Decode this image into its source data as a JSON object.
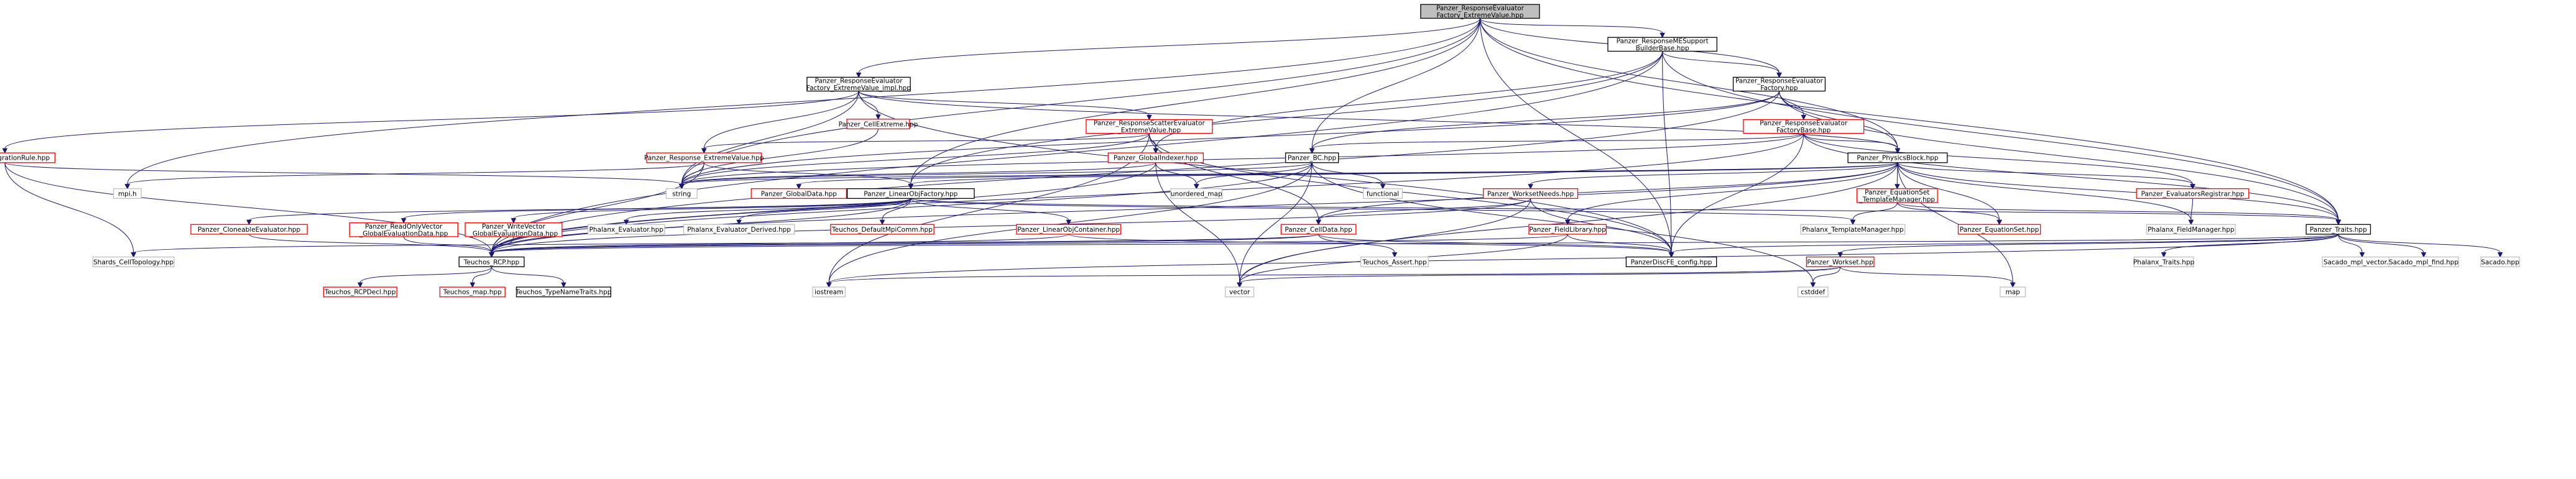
{
  "colors": {
    "root_fill": "#bfbfbf",
    "default_fill": "#ffffff",
    "default_border": "#000000",
    "red_border": "#ff0000",
    "grey_border": "#bfbfbf",
    "edge": "#191970"
  },
  "nodes": [
    {
      "id": "root",
      "label": [
        "Panzer_ResponseEvaluator",
        "Factory_ExtremeValue.hpp"
      ],
      "style": "root"
    },
    {
      "id": "mesupport",
      "label": [
        "Panzer_ResponseMESupport",
        "BuilderBase.hpp"
      ],
      "style": "normal"
    },
    {
      "id": "rfev_impl",
      "label": [
        "Panzer_ResponseEvaluator",
        "Factory_ExtremeValue_impl.hpp"
      ],
      "style": "normal"
    },
    {
      "id": "rf",
      "label": [
        "Panzer_ResponseEvaluator",
        "Factory.hpp"
      ],
      "style": "normal"
    },
    {
      "id": "cellextreme",
      "label": [
        "Panzer_CellExtreme.hpp"
      ],
      "style": "red"
    },
    {
      "id": "scatter",
      "label": [
        "Panzer_ResponseScatterEvaluator",
        "_ExtremeValue.hpp"
      ],
      "style": "red"
    },
    {
      "id": "rfbase",
      "label": [
        "Panzer_ResponseEvaluator",
        "FactoryBase.hpp"
      ],
      "style": "red"
    },
    {
      "id": "intrule",
      "label": [
        "Panzer_IntegrationRule.hpp"
      ],
      "style": "red"
    },
    {
      "id": "response_ev",
      "label": [
        "Panzer_Response_ExtremeValue.hpp"
      ],
      "style": "red"
    },
    {
      "id": "globalindexer",
      "label": [
        "Panzer_GlobalIndexer.hpp"
      ],
      "style": "red"
    },
    {
      "id": "bc",
      "label": [
        "Panzer_BC.hpp"
      ],
      "style": "normal"
    },
    {
      "id": "physicsblock",
      "label": [
        "Panzer_PhysicsBlock.hpp"
      ],
      "style": "normal"
    },
    {
      "id": "mpih",
      "label": [
        "mpi.h"
      ],
      "style": "grey"
    },
    {
      "id": "string",
      "label": [
        "string"
      ],
      "style": "grey"
    },
    {
      "id": "globaldata",
      "label": [
        "Panzer_GlobalData.hpp"
      ],
      "style": "red"
    },
    {
      "id": "linearobjfactory",
      "label": [
        "Panzer_LinearObjFactory.hpp"
      ],
      "style": "normal"
    },
    {
      "id": "unordered_map",
      "label": [
        "unordered_map"
      ],
      "style": "grey"
    },
    {
      "id": "functional",
      "label": [
        "functional"
      ],
      "style": "grey"
    },
    {
      "id": "worksetneeds",
      "label": [
        "Panzer_WorksetNeeds.hpp"
      ],
      "style": "red"
    },
    {
      "id": "eqset_tm",
      "label": [
        "Panzer_EquationSet",
        "_TemplateManager.hpp"
      ],
      "style": "red"
    },
    {
      "id": "evalsregistrar",
      "label": [
        "Panzer_EvaluatorsRegistrar.hpp"
      ],
      "style": "red"
    },
    {
      "id": "cloneable",
      "label": [
        "Panzer_CloneableEvaluator.hpp"
      ],
      "style": "red"
    },
    {
      "id": "readonly",
      "label": [
        "Panzer_ReadOnlyVector",
        "_GlobalEvaluationData.hpp"
      ],
      "style": "red"
    },
    {
      "id": "writevector",
      "label": [
        "Panzer_WriteVector",
        "_GlobalEvaluationData.hpp"
      ],
      "style": "red"
    },
    {
      "id": "phalanx_eval",
      "label": [
        "Phalanx_Evaluator.hpp"
      ],
      "style": "grey"
    },
    {
      "id": "phalanx_eval_derived",
      "label": [
        "Phalanx_Evaluator_Derived.hpp"
      ],
      "style": "grey"
    },
    {
      "id": "teuchos_defaultmpicomm",
      "label": [
        "Teuchos_DefaultMpiComm.hpp"
      ],
      "style": "red"
    },
    {
      "id": "linearobjcontainer",
      "label": [
        "Panzer_LinearObjContainer.hpp"
      ],
      "style": "red"
    },
    {
      "id": "celldata",
      "label": [
        "Panzer_CellData.hpp"
      ],
      "style": "red"
    },
    {
      "id": "fieldlibrary",
      "label": [
        "Panzer_FieldLibrary.hpp"
      ],
      "style": "red"
    },
    {
      "id": "phalanx_tm",
      "label": [
        "Phalanx_TemplateManager.hpp"
      ],
      "style": "grey"
    },
    {
      "id": "equationset",
      "label": [
        "Panzer_EquationSet.hpp"
      ],
      "style": "red"
    },
    {
      "id": "phalanx_fm",
      "label": [
        "Phalanx_FieldManager.hpp"
      ],
      "style": "grey"
    },
    {
      "id": "traits",
      "label": [
        "Panzer_Traits.hpp"
      ],
      "style": "normal"
    },
    {
      "id": "shards",
      "label": [
        "Shards_CellTopology.hpp"
      ],
      "style": "grey"
    },
    {
      "id": "teuchos_rcp",
      "label": [
        "Teuchos_RCP.hpp"
      ],
      "style": "normal"
    },
    {
      "id": "teuchos_assert",
      "label": [
        "Teuchos_Assert.hpp"
      ],
      "style": "grey"
    },
    {
      "id": "discfe_config",
      "label": [
        "PanzerDiscFE_config.hpp"
      ],
      "style": "normal"
    },
    {
      "id": "workset",
      "label": [
        "Panzer_Workset.hpp"
      ],
      "style": "red"
    },
    {
      "id": "phalanx_traits",
      "label": [
        "Phalanx_Traits.hpp"
      ],
      "style": "grey"
    },
    {
      "id": "sacado_mpl_vector",
      "label": [
        "Sacado_mpl_vector.hpp"
      ],
      "style": "grey"
    },
    {
      "id": "sacado_mpl_find",
      "label": [
        "Sacado_mpl_find.hpp"
      ],
      "style": "grey"
    },
    {
      "id": "sacado",
      "label": [
        "Sacado.hpp"
      ],
      "style": "grey"
    },
    {
      "id": "teuchos_rcpdecl",
      "label": [
        "Teuchos_RCPDecl.hpp"
      ],
      "style": "red"
    },
    {
      "id": "teuchos_map",
      "label": [
        "Teuchos_map.hpp"
      ],
      "style": "red"
    },
    {
      "id": "teuchos_typenametraits",
      "label": [
        "Teuchos_TypeNameTraits.hpp"
      ],
      "style": "normal"
    },
    {
      "id": "iostream",
      "label": [
        "iostream"
      ],
      "style": "grey"
    },
    {
      "id": "vector",
      "label": [
        "vector"
      ],
      "style": "grey"
    },
    {
      "id": "cstddef",
      "label": [
        "cstddef"
      ],
      "style": "grey"
    },
    {
      "id": "map",
      "label": [
        "map"
      ],
      "style": "grey"
    }
  ],
  "edges": [
    [
      "root",
      "mesupport"
    ],
    [
      "root",
      "rfev_impl"
    ],
    [
      "root",
      "rf"
    ],
    [
      "root",
      "physicsblock"
    ],
    [
      "root",
      "bc"
    ],
    [
      "root",
      "linearobjfactory"
    ],
    [
      "root",
      "string"
    ],
    [
      "root",
      "mpih"
    ],
    [
      "root",
      "traits"
    ],
    [
      "root",
      "discfe_config"
    ],
    [
      "mesupport",
      "rf"
    ],
    [
      "mesupport",
      "globalindexer"
    ],
    [
      "mesupport",
      "linearobjfactory"
    ],
    [
      "mesupport",
      "discfe_config"
    ],
    [
      "mesupport",
      "traits"
    ],
    [
      "mesupport",
      "teuchos_rcp"
    ],
    [
      "rfev_impl",
      "cellextreme"
    ],
    [
      "rfev_impl",
      "scatter"
    ],
    [
      "rfev_impl",
      "intrule"
    ],
    [
      "rfev_impl",
      "response_ev"
    ],
    [
      "rfev_impl",
      "string"
    ],
    [
      "rfev_impl",
      "physicsblock"
    ],
    [
      "rfev_impl",
      "discfe_config"
    ],
    [
      "rf",
      "rfbase"
    ],
    [
      "rf",
      "physicsblock"
    ],
    [
      "rf",
      "bc"
    ],
    [
      "rf",
      "traits"
    ],
    [
      "rf",
      "string"
    ],
    [
      "rf",
      "teuchos_rcp"
    ],
    [
      "cellextreme",
      "string"
    ],
    [
      "scatter",
      "globalindexer"
    ],
    [
      "scatter",
      "response_ev"
    ],
    [
      "scatter",
      "celldata"
    ],
    [
      "scatter",
      "iostream"
    ],
    [
      "scatter",
      "discfe_config"
    ],
    [
      "scatter",
      "string"
    ],
    [
      "rfbase",
      "physicsblock"
    ],
    [
      "rfbase",
      "bc"
    ],
    [
      "rfbase",
      "evalsregistrar"
    ],
    [
      "rfbase",
      "traits"
    ],
    [
      "rfbase",
      "teuchos_rcp"
    ],
    [
      "rfbase",
      "string"
    ],
    [
      "rfbase",
      "discfe_config"
    ],
    [
      "intrule",
      "shards"
    ],
    [
      "intrule",
      "teuchos_rcp"
    ],
    [
      "intrule",
      "string"
    ],
    [
      "response_ev",
      "mpih"
    ],
    [
      "response_ev",
      "string"
    ],
    [
      "response_ev",
      "linearobjfactory"
    ],
    [
      "response_ev",
      "teuchos_rcp"
    ],
    [
      "globalindexer",
      "string"
    ],
    [
      "globalindexer",
      "unordered_map"
    ],
    [
      "globalindexer",
      "vector"
    ],
    [
      "globalindexer",
      "teuchos_rcp"
    ],
    [
      "bc",
      "string"
    ],
    [
      "bc",
      "unordered_map"
    ],
    [
      "bc",
      "functional"
    ],
    [
      "bc",
      "iostream"
    ],
    [
      "bc",
      "vector"
    ],
    [
      "bc",
      "cstddef"
    ],
    [
      "bc",
      "teuchos_rcp"
    ],
    [
      "physicsblock",
      "linearobjfactory"
    ],
    [
      "physicsblock",
      "string"
    ],
    [
      "physicsblock",
      "worksetneeds"
    ],
    [
      "physicsblock",
      "eqset_tm"
    ],
    [
      "physicsblock",
      "evalsregistrar"
    ],
    [
      "physicsblock",
      "equationset"
    ],
    [
      "physicsblock",
      "phalanx_fm"
    ],
    [
      "physicsblock",
      "traits"
    ],
    [
      "physicsblock",
      "celldata"
    ],
    [
      "physicsblock",
      "fieldlibrary"
    ],
    [
      "physicsblock",
      "vector"
    ],
    [
      "physicsblock",
      "map"
    ],
    [
      "physicsblock",
      "teuchos_rcp"
    ],
    [
      "physicsblock",
      "globaldata"
    ],
    [
      "linearobjfactory",
      "cloneable"
    ],
    [
      "linearobjfactory",
      "readonly"
    ],
    [
      "linearobjfactory",
      "writevector"
    ],
    [
      "linearobjfactory",
      "phalanx_eval"
    ],
    [
      "linearobjfactory",
      "phalanx_eval_derived"
    ],
    [
      "linearobjfactory",
      "teuchos_defaultmpicomm"
    ],
    [
      "linearobjfactory",
      "linearobjcontainer"
    ],
    [
      "linearobjfactory",
      "phalanx_tm"
    ],
    [
      "linearobjfactory",
      "teuchos_rcp"
    ],
    [
      "linearobjfactory",
      "traits"
    ],
    [
      "worksetneeds",
      "celldata"
    ],
    [
      "worksetneeds",
      "discfe_config"
    ],
    [
      "worksetneeds",
      "vector"
    ],
    [
      "worksetneeds",
      "teuchos_rcp"
    ],
    [
      "eqset_tm",
      "equationset"
    ],
    [
      "eqset_tm",
      "phalanx_tm"
    ],
    [
      "eqset_tm",
      "traits"
    ],
    [
      "evalsregistrar",
      "phalanx_fm"
    ],
    [
      "cloneable",
      "teuchos_rcp"
    ],
    [
      "readonly",
      "teuchos_rcp"
    ],
    [
      "writevector",
      "teuchos_rcp"
    ],
    [
      "linearobjcontainer",
      "teuchos_rcp"
    ],
    [
      "linearobjcontainer",
      "discfe_config"
    ],
    [
      "celldata",
      "shards"
    ],
    [
      "celldata",
      "teuchos_rcp"
    ],
    [
      "celldata",
      "teuchos_assert"
    ],
    [
      "celldata",
      "discfe_config"
    ],
    [
      "fieldlibrary",
      "teuchos_rcp"
    ],
    [
      "fieldlibrary",
      "vector"
    ],
    [
      "fieldlibrary",
      "discfe_config"
    ],
    [
      "traits",
      "phalanx_traits"
    ],
    [
      "traits",
      "sacado_mpl_vector"
    ],
    [
      "traits",
      "sacado_mpl_find"
    ],
    [
      "traits",
      "sacado"
    ],
    [
      "traits",
      "discfe_config"
    ],
    [
      "traits",
      "workset"
    ],
    [
      "traits",
      "iostream"
    ],
    [
      "traits",
      "teuchos_rcp"
    ],
    [
      "teuchos_rcp",
      "teuchos_rcpdecl"
    ],
    [
      "teuchos_rcp",
      "teuchos_map"
    ],
    [
      "teuchos_rcp",
      "teuchos_typenametraits"
    ],
    [
      "workset",
      "iostream"
    ],
    [
      "workset",
      "vector"
    ],
    [
      "workset",
      "cstddef"
    ],
    [
      "workset",
      "map"
    ]
  ]
}
